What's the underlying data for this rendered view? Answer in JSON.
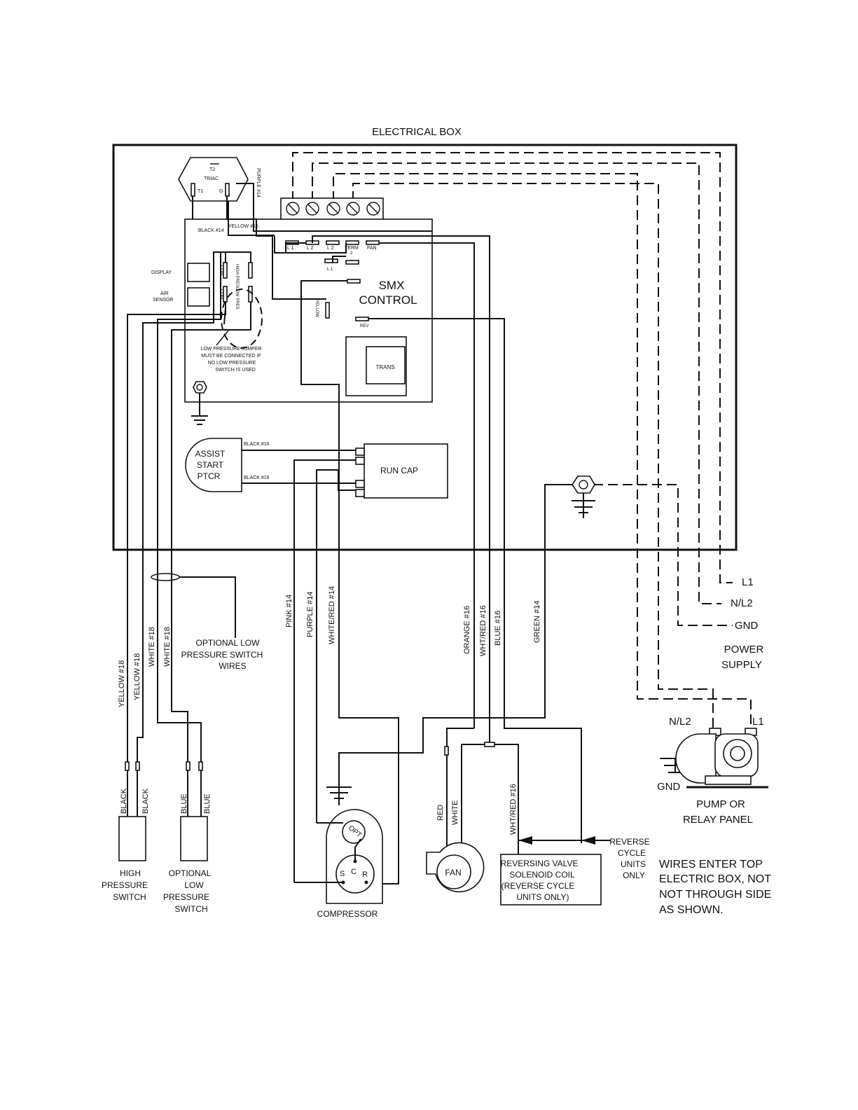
{
  "title": "ELECTRICAL BOX",
  "triac": {
    "name": "TRIAC",
    "t1": "T1",
    "t2": "T2",
    "g": "G"
  },
  "wire_labels": {
    "purple14": "PURPLE #14",
    "black14": "BLACK #14",
    "yellow16": "YELLOW #16",
    "yellow_g": "YELLOW",
    "black16_top": "BLACK #16",
    "black16_bottom": "BLACK #16",
    "yellow18_a": "YELLOW #18",
    "yellow18_b": "YELLOW #18",
    "white18_a": "WHITE #18",
    "white18_b": "WHITE #18",
    "pink14": "PINK #14",
    "purple14_b": "PURPLE #14",
    "whitered14": "WHITE/RED #14",
    "orange16": "ORANGE #16",
    "whtred16": "WHT/RED #16",
    "blue16": "BLUE #16",
    "green14": "GREEN #14",
    "whtred16_b": "WHT/RED #16",
    "red": "RED",
    "white": "WHITE",
    "black_a": "BLACK",
    "black_b": "BLACK",
    "blue_a": "BLUE",
    "blue_b": "BLUE"
  },
  "terminal_strip": [
    "L 1",
    "L 2",
    "L 2",
    "TERM",
    "FAN"
  ],
  "terminal_sub": "2",
  "board": {
    "title_line1": "SMX",
    "title_line2": "CONTROL",
    "display": "DISPLAY",
    "air_sensor_1": "AIR",
    "air_sensor_2": "SENSOR",
    "high_pres": "HIGH PRES",
    "low_pres": "LOW PRES",
    "com1": "COM",
    "com2": "COM",
    "l1": "L 1",
    "rev": "REV",
    "trans": "TRANS",
    "jumper_note": [
      "LOW PRESSURE JUMPER",
      "MUST BE CONNECTED IF",
      "NO LOW PRESSURE",
      "SWITCH IS USED"
    ]
  },
  "components": {
    "ptcr": [
      "ASSIST",
      "START",
      "PTCR"
    ],
    "run_cap": "RUN CAP",
    "compressor": "COMPRESSOR",
    "opt": "OPT",
    "s": "S",
    "c": "C",
    "r": "R",
    "fan": "FAN",
    "reversing_valve": [
      "REVERSING VALVE",
      "SOLENOID COIL",
      "(REVERSE CYCLE",
      "UNITS ONLY)"
    ],
    "reverse_cycle_note": [
      "REVERSE",
      "CYCLE",
      "UNITS",
      "ONLY"
    ],
    "high_pressure_switch": [
      "HIGH",
      "PRESSURE",
      "SWITCH"
    ],
    "optional_low_pressure_switch": [
      "OPTIONAL",
      "LOW",
      "PRESSURE",
      "SWITCH"
    ],
    "optional_low_wires": [
      "OPTIONAL LOW",
      "PRESSURE SWITCH",
      "WIRES"
    ]
  },
  "power_supply": {
    "l1": "L1",
    "nl2": "N/L2",
    "gnd": "GND",
    "label": [
      "POWER",
      "SUPPLY"
    ]
  },
  "pump": {
    "nl2": "N/L2",
    "l1": "L1",
    "gnd": "GND",
    "label": [
      "PUMP OR",
      "RELAY PANEL"
    ]
  },
  "note": [
    "WIRES ENTER TOP",
    "ELECTRIC BOX, NOT",
    "NOT THROUGH SIDE",
    "AS SHOWN."
  ]
}
